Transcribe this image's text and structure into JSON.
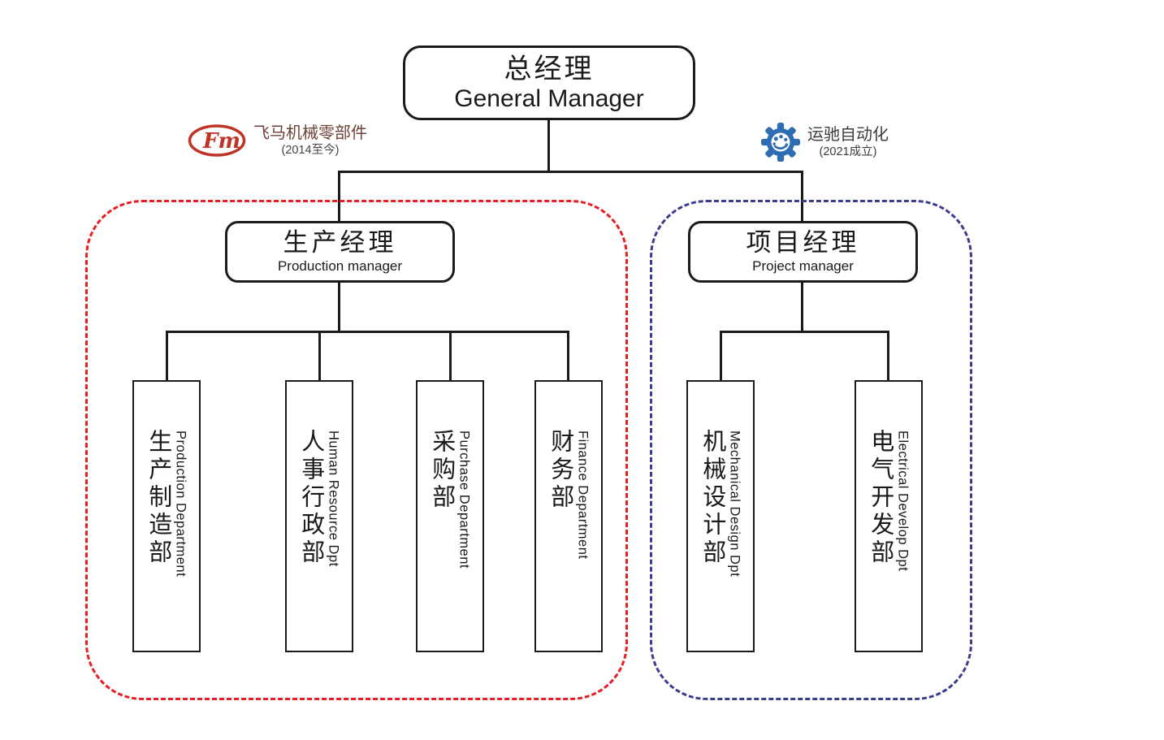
{
  "general_manager": {
    "cn": "总经理",
    "en": "General Manager"
  },
  "companies": [
    {
      "name": "飞马机械零部件",
      "since": "(2014至今)",
      "logo_icon": "fm-oval-logo",
      "logo_text": "Fm",
      "accent_color": "#bf3425"
    },
    {
      "name": "运驰自动化",
      "since": "(2021成立)",
      "logo_icon": "gear-logo",
      "accent_color": "#2e6cb3"
    }
  ],
  "groups": [
    {
      "outline_color": "#e81c24",
      "manager": {
        "cn": "生产经理",
        "en": "Production manager"
      },
      "departments": [
        {
          "cn": "生产制造部",
          "en": "Production Department"
        },
        {
          "cn": "人事行政部",
          "en": "Human Resource Dpt"
        },
        {
          "cn": "采购部",
          "en": "Purchase Department"
        },
        {
          "cn": "财务部",
          "en": "Finance Department"
        }
      ]
    },
    {
      "outline_color": "#3c3c8e",
      "manager": {
        "cn": "项目经理",
        "en": "Project manager"
      },
      "departments": [
        {
          "cn": "机械设计部",
          "en": "Mechanical Design Dpt"
        },
        {
          "cn": "电气开发部",
          "en": "Electrical Develop Dpt"
        }
      ]
    }
  ]
}
